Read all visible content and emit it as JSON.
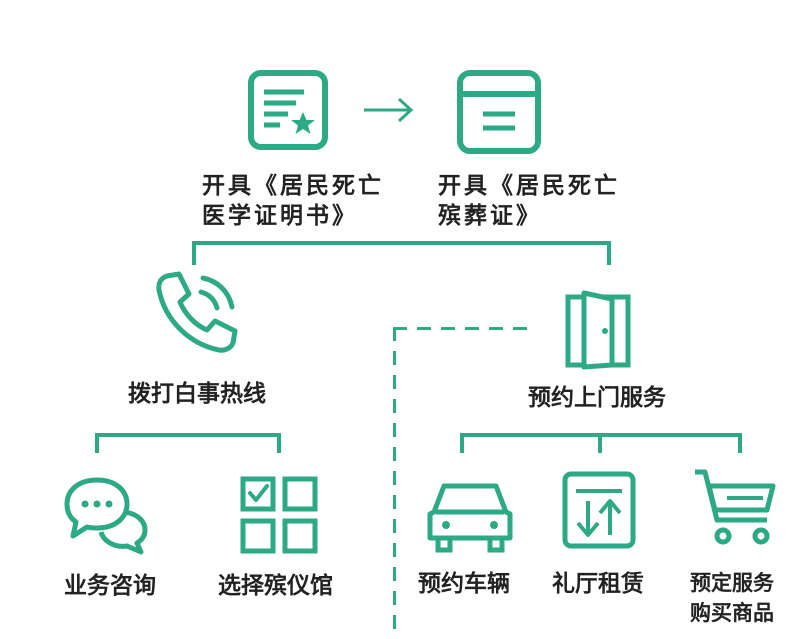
{
  "accent_color": "#2daa85",
  "text_color": "#222222",
  "steps": {
    "medical_certificate": {
      "line1": "开具《居民死亡",
      "line2": "医学证明书》",
      "icon": "document-star-icon"
    },
    "cremation_certificate": {
      "line1": "开具《居民死亡",
      "line2": "殡葬证》",
      "icon": "document-icon"
    },
    "arrow_icon": "arrow-right-icon"
  },
  "branches": {
    "hotline": {
      "label": "拨打白事热线",
      "icon": "phone-icon"
    },
    "home_service": {
      "label": "预约上门服务",
      "icon": "door-icon"
    }
  },
  "hotline_children": [
    {
      "label": "业务咨询",
      "icon": "chat-bubbles-icon"
    },
    {
      "label": "选择殡仪馆",
      "icon": "grid-select-icon"
    }
  ],
  "home_service_children": [
    {
      "label": "预约车辆",
      "icon": "car-icon"
    },
    {
      "label": "礼厅租赁",
      "icon": "hall-rental-icon"
    },
    {
      "label_line1": "预定服务",
      "label_line2": "购买商品",
      "icon": "shopping-cart-icon"
    }
  ]
}
